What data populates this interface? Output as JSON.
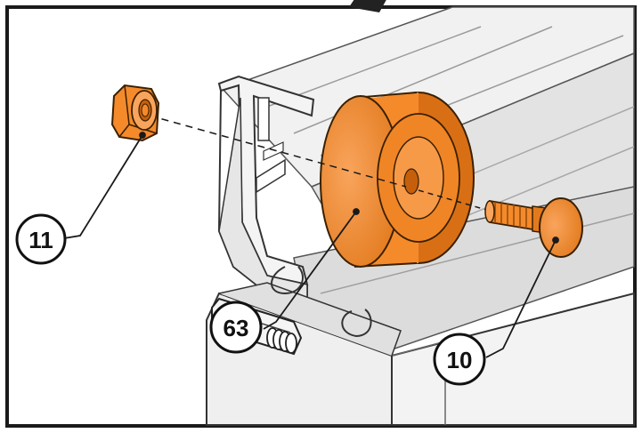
{
  "callouts": [
    {
      "id": "nut",
      "label": "11"
    },
    {
      "id": "roller",
      "label": "63"
    },
    {
      "id": "bolt",
      "label": "10"
    }
  ],
  "parts": {
    "nut-icon": "flange-nut",
    "roller-icon": "roller-wheel",
    "bolt-icon": "carriage-bolt"
  },
  "colors": {
    "part_orange": "#f58a2b",
    "part_orange_dark": "#d96f14",
    "part_orange_light": "#f9a45c",
    "metal_light": "#ececec",
    "metal_mid": "#d6d6d6",
    "metal_dark": "#bdbdbd",
    "outline": "#1a1a1a"
  }
}
